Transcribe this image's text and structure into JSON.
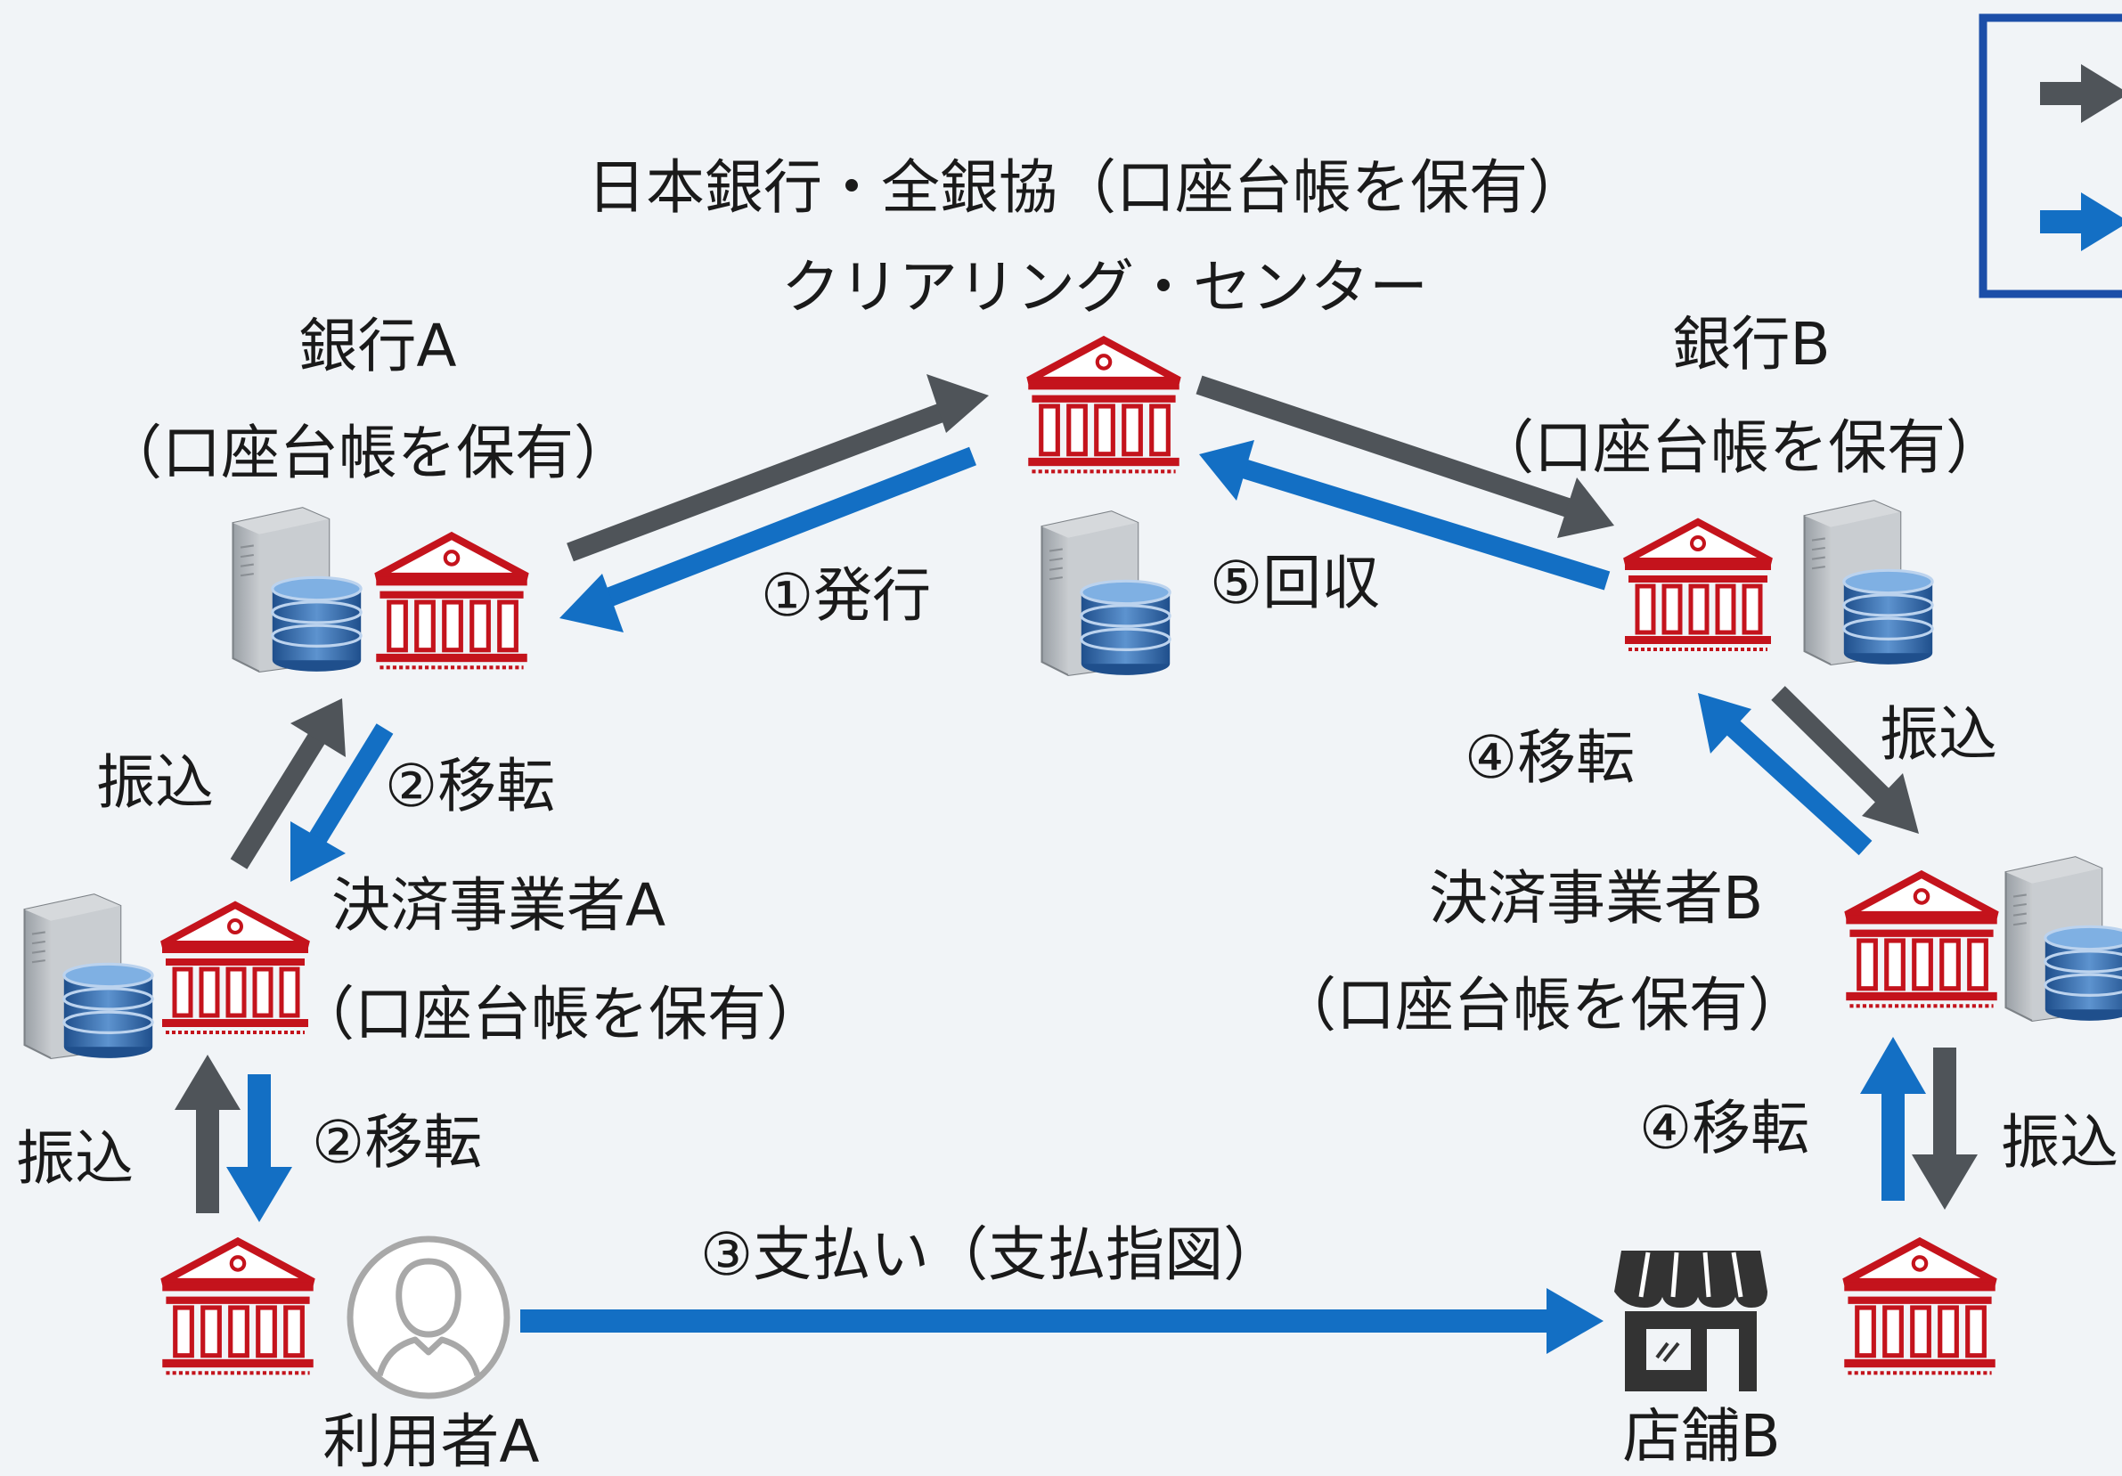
{
  "central": {
    "title": "日本銀行・全銀協（口座台帳を保有）",
    "subtitle": "クリアリング・センター"
  },
  "bank_a": {
    "name": "銀行A",
    "ledger": "（口座台帳を保有）"
  },
  "bank_b": {
    "name": "銀行B",
    "ledger": "（口座台帳を保有）"
  },
  "provider_a": {
    "name": "決済事業者A",
    "ledger": "（口座台帳を保有）"
  },
  "provider_b": {
    "name": "決済事業者B",
    "ledger": "（口座台帳を保有）"
  },
  "user_a": {
    "name": "利用者A"
  },
  "store_b": {
    "name": "店舗B"
  },
  "flows": {
    "issue": "①発行",
    "transfer_2": "②移転",
    "payment": "③支払い（支払指図）",
    "transfer_4": "④移転",
    "redeem": "⑤回収",
    "deposit": "振込"
  },
  "colors": {
    "gray_arrow": "#4f5459",
    "blue_arrow": "#136fc4",
    "bank_icon": "#c4131c",
    "legend_border": "#1c4ea8",
    "background": "#f1f4f7"
  },
  "icons": [
    "bank-icon",
    "server-database-icon",
    "user-icon",
    "store-icon"
  ]
}
